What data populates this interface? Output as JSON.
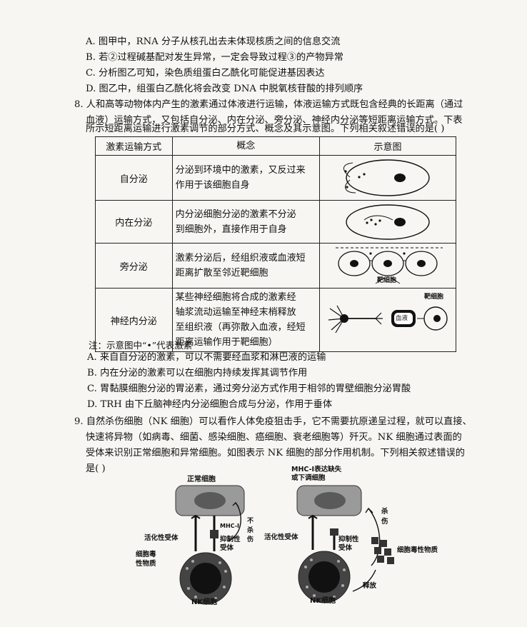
{
  "prev_options": [
    "A. 图甲中，RNA 分子从核孔出去未体现核质之间的信息交流",
    "B. 若②过程碱基配对发生异常，一定会导致过程③的产物异常",
    "C. 分析图乙可知，染色质组蛋白乙酰化可能促进基因表达",
    "D. 图乙中，组蛋白乙酰化将会改变 DNA 中脱氧核苷酸的排列顺序"
  ],
  "q8": {
    "stem": [
      "8. 人和高等动物体内产生的激素通过体液进行运输，体液运输方式既包含经典的长距离（通过",
      "血液）运输方式，又包括自分泌、内在分泌、旁分泌、神经内分泌等短距离运输方式。下表",
      "所示短距离运输进行激素调节的部分方式、概念及其示意图。下列相关叙述错误的是(        )"
    ],
    "headers": [
      "激素运输方式",
      "概念",
      "示意图"
    ],
    "rows": [
      {
        "mode": "自分泌",
        "concept": [
          "分泌到环境中的激素，又反过来",
          "作用于该细胞自身"
        ]
      },
      {
        "mode": "内在分泌",
        "concept": [
          "内分泌细胞分泌的激素不分泌",
          "到细胞外，直接作用于自身"
        ]
      },
      {
        "mode": "旁分泌",
        "concept": [
          "激素分泌后，经组织液或血液短",
          "距离扩散至邻近靶细胞"
        ]
      },
      {
        "mode": "神经内分泌",
        "concept": [
          "某些神经细胞将合成的激素经",
          "轴浆流动运输至神经末梢释放",
          "至组织液（再弥散入血液，经短",
          "距离运输作用于靶细胞）"
        ]
      }
    ],
    "fig_labels": {
      "target_cell": "靶细胞",
      "blood": "血液",
      "target_cell2": "靶细胞"
    },
    "note": "注：示意图中“•”代表激素",
    "options": [
      "A. 来自自分泌的激素，可以不需要经血浆和淋巴液的运输",
      "B. 内在分泌的激素可以在细胞内持续发挥其调节作用",
      "C. 胃黏膜细胞分泌的胃泌素，通过旁分泌方式作用于相邻的胃壁细胞分泌胃酸",
      "D. TRH 由下丘脑神经内分泌细胞合成与分泌，作用于垂体"
    ]
  },
  "q9": {
    "stem": [
      "9. 自然杀伤细胞（NK 细胞）可以看作人体免疫狙击手，它不需要抗原递呈过程，就可以直接、",
      "快速将异物（如病毒、细菌、感染细胞、癌细胞、衰老细胞等）歼灭。NK 细胞通过表面的",
      "受体来识别正常细胞和异常细胞。如图表示 NK 细胞的部分作用机制。下列相关叙述错误的",
      "是(        )"
    ],
    "left": {
      "normal_cell": "正常细胞",
      "mhc": "MHC-Ⅰ",
      "no_kill": [
        "不",
        "杀",
        "伤"
      ],
      "activating": "活化性受体",
      "inhibitory": [
        "抑制性",
        "受体"
      ],
      "toxin": [
        "细胞毒",
        "性物质"
      ],
      "nk": "NK细胞"
    },
    "right": {
      "mhc_missing": [
        "MHC-Ⅰ表达缺失",
        "或下调细胞"
      ],
      "kill": [
        "杀",
        "伤"
      ],
      "activating": "活化性受体",
      "inhibitory": [
        "抑制性",
        "受体"
      ],
      "toxin": "细胞毒性物质",
      "release": "释放",
      "nk": "NK细胞"
    }
  }
}
